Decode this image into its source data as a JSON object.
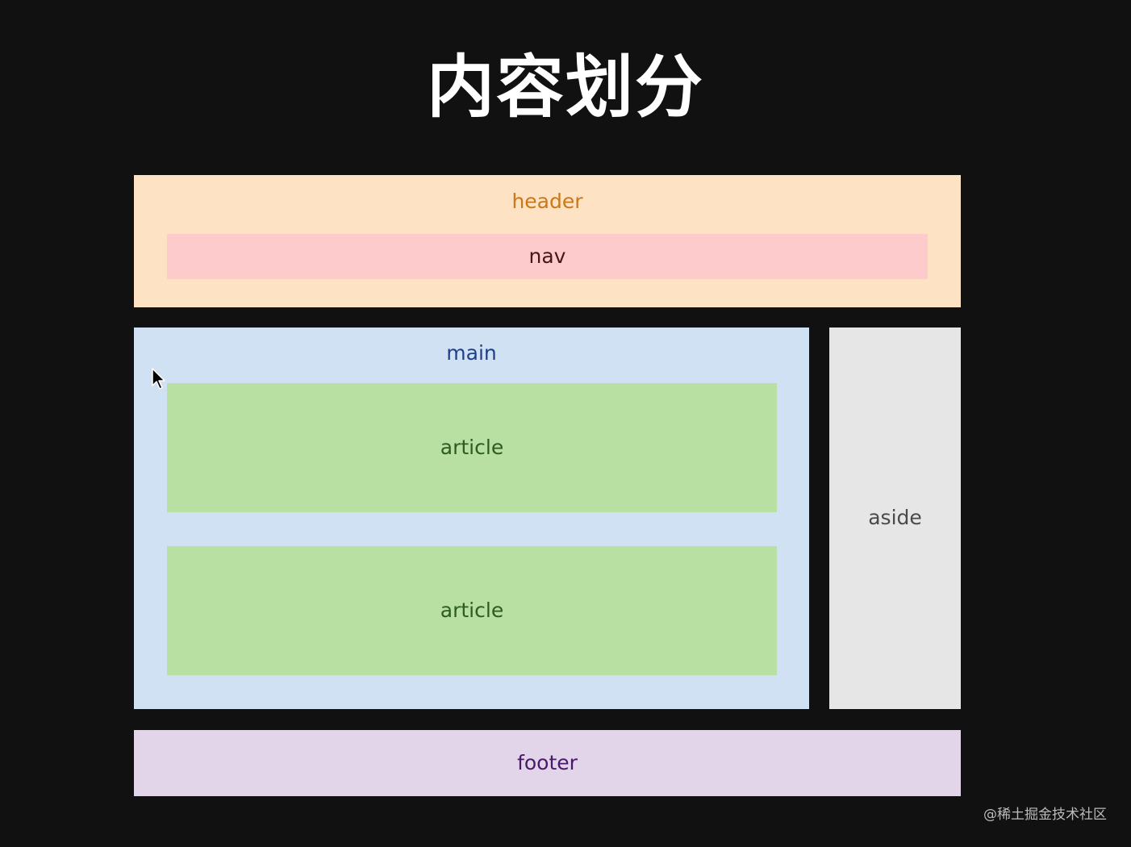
{
  "title": "内容划分",
  "layout": {
    "header": {
      "label": "header",
      "nav": {
        "label": "nav"
      }
    },
    "main": {
      "label": "main",
      "articles": [
        {
          "label": "article"
        },
        {
          "label": "article"
        }
      ]
    },
    "aside": {
      "label": "aside"
    },
    "footer": {
      "label": "footer"
    }
  },
  "watermark": "@稀土掘金技术社区",
  "colors": {
    "background": "#111111",
    "header": "#fde3c4",
    "nav": "#fecbcc",
    "main": "#d1e1f4",
    "article": "#b8e0a2",
    "aside": "#e6e6e6",
    "footer": "#e2d4e9"
  },
  "icons": {
    "cursor": "mouse-pointer-icon"
  }
}
